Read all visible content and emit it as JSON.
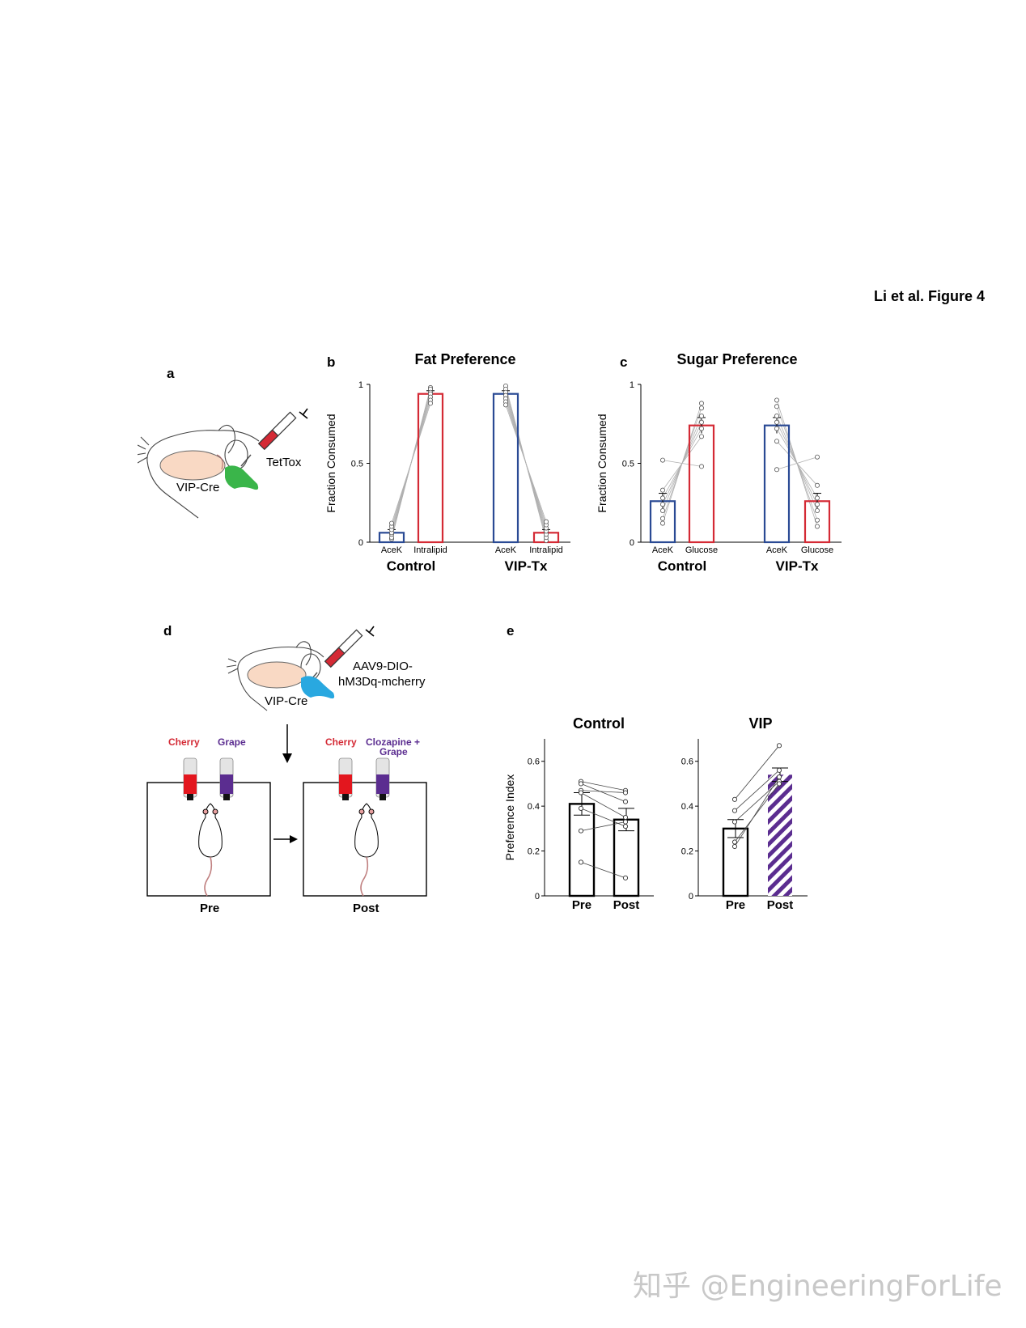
{
  "figure_title": "Li et al. Figure 4",
  "panels": {
    "a": {
      "letter": "a",
      "label_syringe": "TetTox",
      "label_region": "VIP-Cre"
    },
    "b": {
      "letter": "b",
      "title": "Fat Preference"
    },
    "c": {
      "letter": "c",
      "title": "Sugar Preference"
    },
    "d": {
      "letter": "d",
      "virus_line1": "AAV9-DIO-",
      "virus_line2": "hM3Dq-mcherry",
      "label_region": "VIP-Cre",
      "pre": {
        "bottle1": "Cherry",
        "bottle2": "Grape",
        "label": "Pre"
      },
      "post": {
        "bottle1": "Cherry",
        "bottle2_line1": "Clozapine +",
        "bottle2_line2": "Grape",
        "label": "Post"
      }
    },
    "e": {
      "letter": "e",
      "title_control": "Control",
      "title_vip": "VIP"
    }
  },
  "colors": {
    "blue": "#2a4a94",
    "red": "#d42a35",
    "green": "#3ab54a",
    "cyan": "#29a8e0",
    "purple": "#5b2d90",
    "brain": "#f9d9c4"
  },
  "watermark": "知乎 @EngineeringForLife",
  "chart_data": [
    {
      "id": "b",
      "type": "bar",
      "title": "Fat Preference",
      "ylabel": "Fraction Consumed",
      "ylim": [
        0,
        1
      ],
      "yticks": [
        "0",
        "0.5",
        "1"
      ],
      "groups": [
        {
          "name": "Control",
          "bars": [
            {
              "label": "AceK",
              "value": 0.06,
              "err": 0.02,
              "color": "blue",
              "points": [
                0.02,
                0.03,
                0.05,
                0.06,
                0.08,
                0.1,
                0.12
              ]
            },
            {
              "label": "Intralipid",
              "value": 0.94,
              "err": 0.02,
              "color": "red",
              "points": [
                0.98,
                0.97,
                0.95,
                0.94,
                0.92,
                0.9,
                0.88
              ]
            }
          ]
        },
        {
          "name": "VIP-Tx",
          "bars": [
            {
              "label": "AceK",
              "value": 0.94,
              "err": 0.02,
              "color": "blue",
              "points": [
                0.99,
                0.97,
                0.95,
                0.93,
                0.91,
                0.89,
                0.87
              ]
            },
            {
              "label": "Intralipid",
              "value": 0.06,
              "err": 0.02,
              "color": "red",
              "points": [
                0.01,
                0.03,
                0.05,
                0.07,
                0.09,
                0.11,
                0.13
              ]
            }
          ]
        }
      ]
    },
    {
      "id": "c",
      "type": "bar",
      "title": "Sugar Preference",
      "ylabel": "Fraction Consumed",
      "ylim": [
        0,
        1
      ],
      "yticks": [
        "0",
        "0.5",
        "1"
      ],
      "groups": [
        {
          "name": "Control",
          "bars": [
            {
              "label": "AceK",
              "value": 0.26,
              "err": 0.05,
              "color": "blue",
              "points": [
                0.12,
                0.15,
                0.2,
                0.24,
                0.28,
                0.33,
                0.52
              ]
            },
            {
              "label": "Glucose",
              "value": 0.74,
              "err": 0.05,
              "color": "red",
              "points": [
                0.88,
                0.85,
                0.8,
                0.76,
                0.72,
                0.67,
                0.48
              ]
            }
          ]
        },
        {
          "name": "VIP-Tx",
          "bars": [
            {
              "label": "AceK",
              "value": 0.74,
              "err": 0.05,
              "color": "blue",
              "points": [
                0.9,
                0.86,
                0.8,
                0.76,
                0.72,
                0.64,
                0.46
              ]
            },
            {
              "label": "Glucose",
              "value": 0.26,
              "err": 0.05,
              "color": "red",
              "points": [
                0.1,
                0.14,
                0.2,
                0.24,
                0.28,
                0.36,
                0.54
              ]
            }
          ]
        }
      ]
    },
    {
      "id": "e-control",
      "type": "bar",
      "title": "Control",
      "ylabel": "Preference Index",
      "ylim": [
        0,
        0.7
      ],
      "yticks": [
        "0",
        "0.2",
        "0.4",
        "0.6"
      ],
      "bars": [
        {
          "label": "Pre",
          "value": 0.41,
          "err": 0.05,
          "fill": "white",
          "points": [
            0.51,
            0.5,
            0.47,
            0.46,
            0.39,
            0.29,
            0.15
          ]
        },
        {
          "label": "Post",
          "value": 0.34,
          "err": 0.05,
          "fill": "white",
          "points": [
            0.47,
            0.42,
            0.46,
            0.35,
            0.31,
            0.33,
            0.08
          ]
        }
      ]
    },
    {
      "id": "e-vip",
      "type": "bar",
      "title": "VIP",
      "ylabel": "",
      "ylim": [
        0,
        0.7
      ],
      "yticks": [
        "0",
        "0.2",
        "0.4",
        "0.6"
      ],
      "bars": [
        {
          "label": "Pre",
          "value": 0.3,
          "err": 0.04,
          "fill": "white",
          "points": [
            0.43,
            0.38,
            0.33,
            0.24,
            0.22
          ]
        },
        {
          "label": "Post",
          "value": 0.54,
          "err": 0.03,
          "fill": "hatched-purple",
          "points": [
            0.67,
            0.56,
            0.51,
            0.5,
            0.53
          ]
        }
      ]
    }
  ]
}
